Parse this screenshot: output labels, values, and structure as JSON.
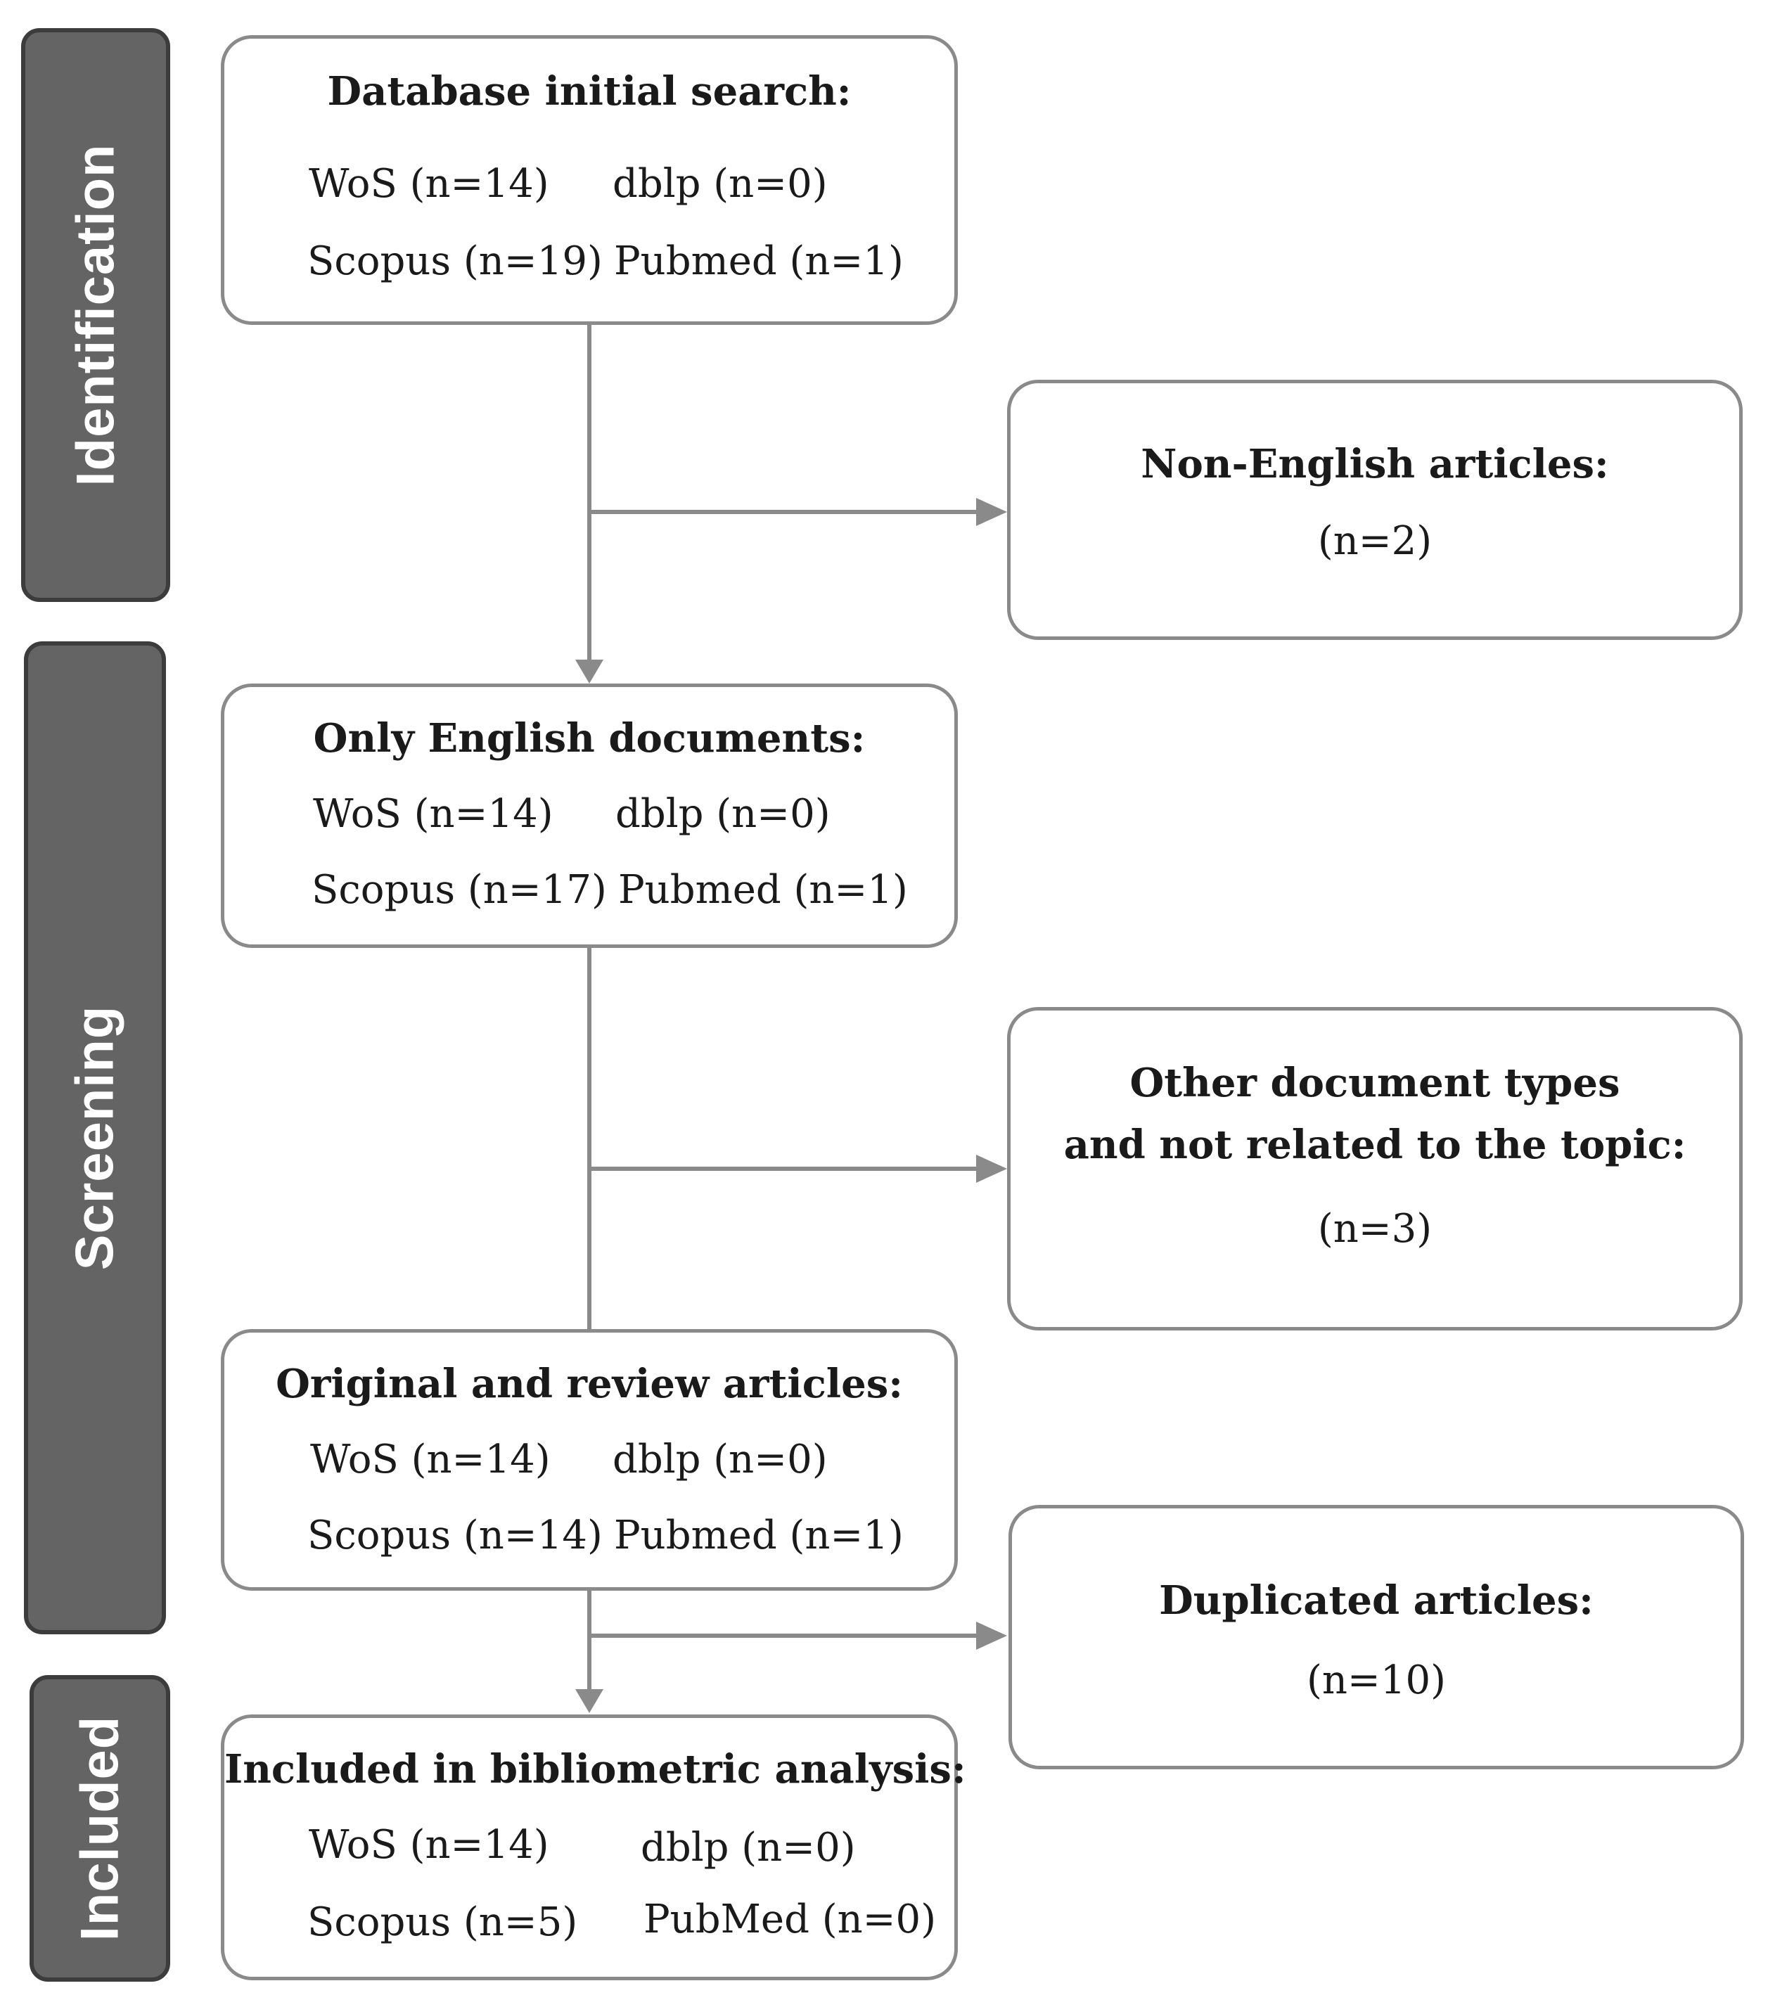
{
  "phases": {
    "identification": "Identification",
    "screening": "Screening",
    "included": "Included"
  },
  "boxes": {
    "initial_search": {
      "title": "Database initial search:",
      "wos": "WoS (n=14)",
      "dblp": "dblp (n=0)",
      "scopus": "Scopus (n=19)",
      "pubmed": "Pubmed (n=1)"
    },
    "non_english": {
      "title": "Non-English articles:",
      "count": "(n=2)"
    },
    "only_english": {
      "title": "Only English documents:",
      "wos": "WoS (n=14)",
      "dblp": "dblp (n=0)",
      "scopus": "Scopus (n=17)",
      "pubmed": "Pubmed (n=1)"
    },
    "other_types": {
      "title_line1": "Other document types",
      "title_line2": "and not related to the topic:",
      "count": "(n=3)"
    },
    "original_review": {
      "title": "Original and review articles:",
      "wos": "WoS (n=14)",
      "dblp": "dblp (n=0)",
      "scopus": "Scopus (n=14)",
      "pubmed": "Pubmed (n=1)"
    },
    "duplicated": {
      "title": "Duplicated articles:",
      "count": "(n=10)"
    },
    "included": {
      "title": "Included in bibliometric analysis:",
      "wos": "WoS (n=14)",
      "dblp": "dblp (n=0)",
      "scopus": "Scopus (n=5)",
      "pubmed": "PubMed (n=0)"
    }
  },
  "colors": {
    "phase_fill": "#646464",
    "phase_border": "#3c3c3c",
    "box_border": "#8a8a8a",
    "connector": "#8a8a8a"
  }
}
